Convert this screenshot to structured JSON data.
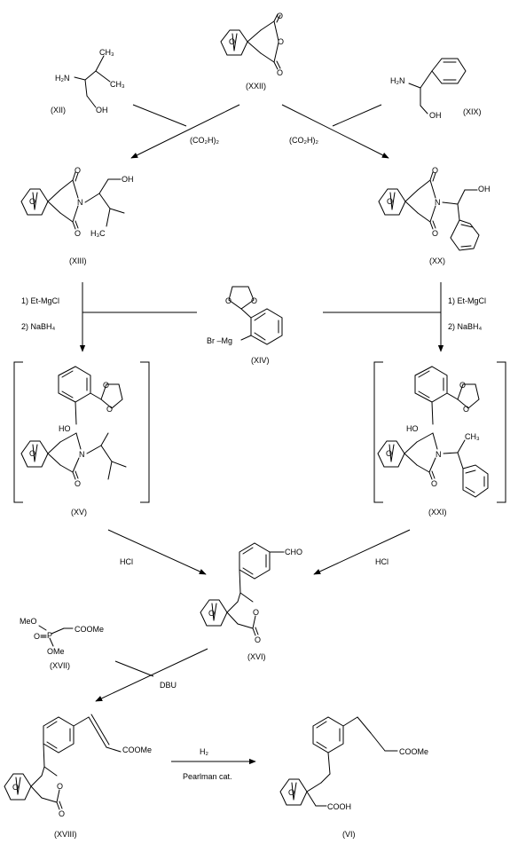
{
  "compounds": {
    "xxii": "(XXII)",
    "xii": "(XII)",
    "xix": "(XIX)",
    "xiii": "(XIII)",
    "xx": "(XX)",
    "xiv": "(XIV)",
    "xv": "(XV)",
    "xxi": "(XXI)",
    "xvi": "(XVI)",
    "xvii": "(XVII)",
    "xviii": "(XVIII)",
    "vi": "(VI)"
  },
  "atoms": {
    "h2n": "H₂N",
    "ch3": "CH₃",
    "oh": "OH",
    "o": "O",
    "n": "N",
    "h3c": "H₃C",
    "br_mg": "Br  –Mg",
    "ho": "HO",
    "cho": "CHO",
    "meo": "MeO",
    "p": "P",
    "ome": "OMe",
    "coome": "COOMe",
    "cooh": "COOH"
  },
  "conditions": {
    "oxalic_left": "(CO₂H)₂",
    "oxalic_right": "(CO₂H)₂",
    "step1_left": "1) Et-MgCl",
    "step2_left": "2) NaBH₄",
    "step1_right": "1) Et-MgCl",
    "step2_right": "2) NaBH₄",
    "hcl_left": "HCl",
    "hcl_right": "HCl",
    "dbu": "DBU",
    "h2": "H₂",
    "cat": "Pearlman cat."
  }
}
